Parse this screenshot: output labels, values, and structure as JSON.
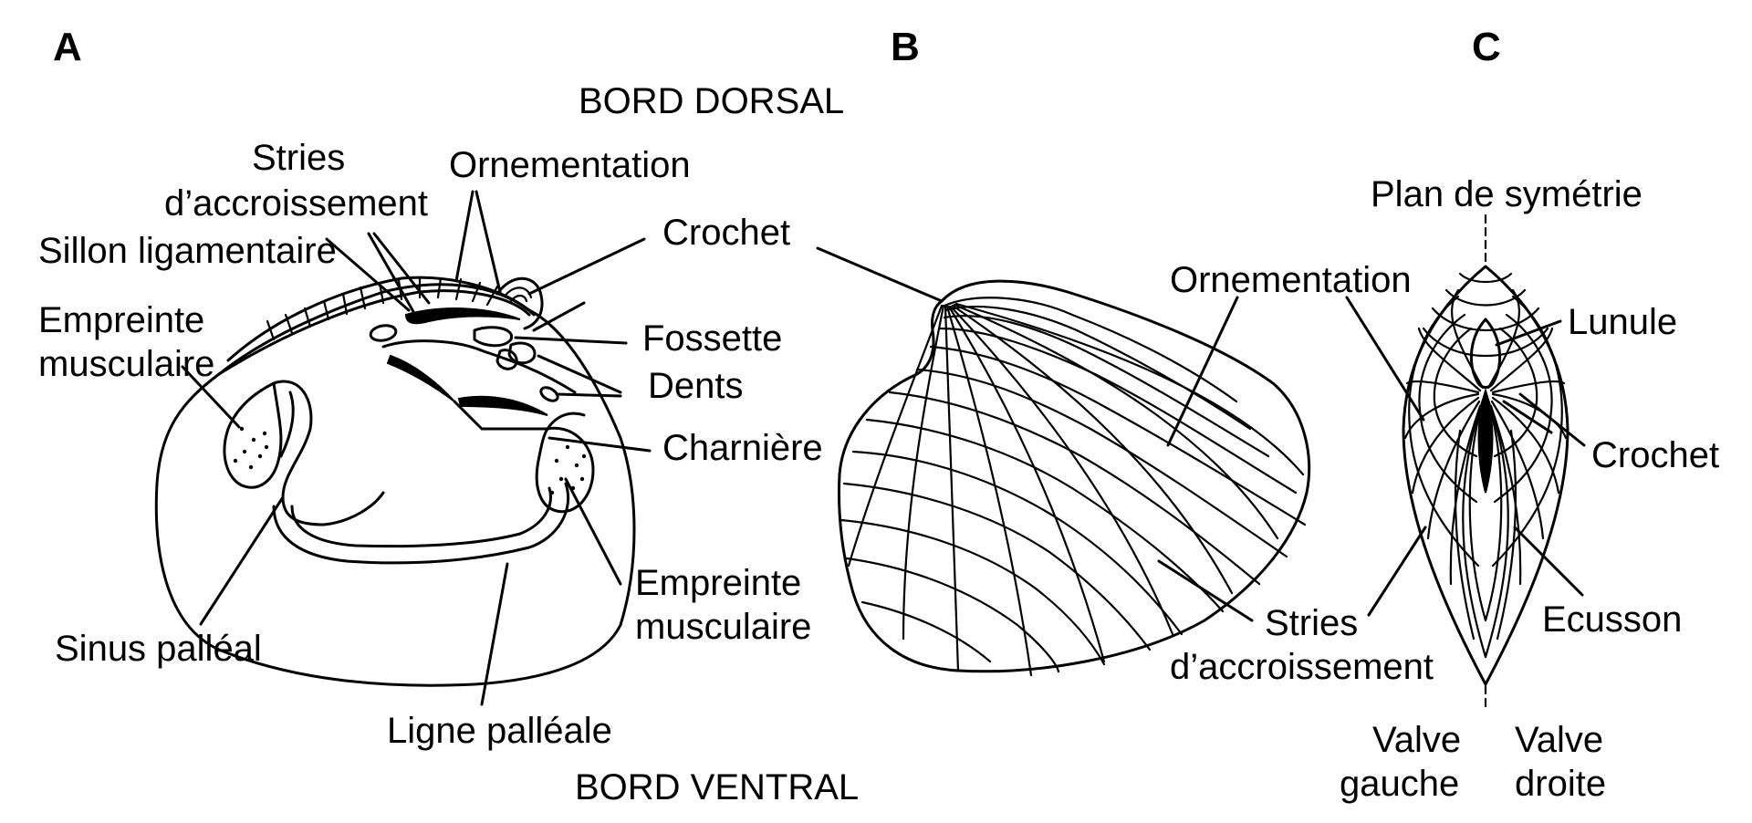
{
  "panels": {
    "a": "A",
    "b": "B",
    "c": "C"
  },
  "orientation": {
    "dorsal": "BORD DORSAL",
    "ventral": "BORD VENTRAL"
  },
  "panel_a": {
    "stries": [
      "Stries",
      "d’accroissement"
    ],
    "ornementation": "Ornementation",
    "sillon": "Sillon ligamentaire",
    "crochet": "Crochet",
    "empreinte_left": [
      "Empreinte",
      "musculaire"
    ],
    "fossette": "Fossette",
    "dents": "Dents",
    "charniere": "Charnière",
    "empreinte_right": [
      "Empreinte",
      "musculaire"
    ],
    "sinus": "Sinus palléal",
    "ligne": "Ligne palléale"
  },
  "panel_b": {
    "ornementation": "Ornementation",
    "stries": [
      "Stries",
      "d’accroissement"
    ]
  },
  "panel_c": {
    "plan": "Plan de symétrie",
    "lunule": "Lunule",
    "crochet": "Crochet",
    "ecusson": "Ecusson",
    "valve_gauche": [
      "Valve",
      "gauche"
    ],
    "valve_droite": [
      "Valve",
      "droite"
    ]
  }
}
